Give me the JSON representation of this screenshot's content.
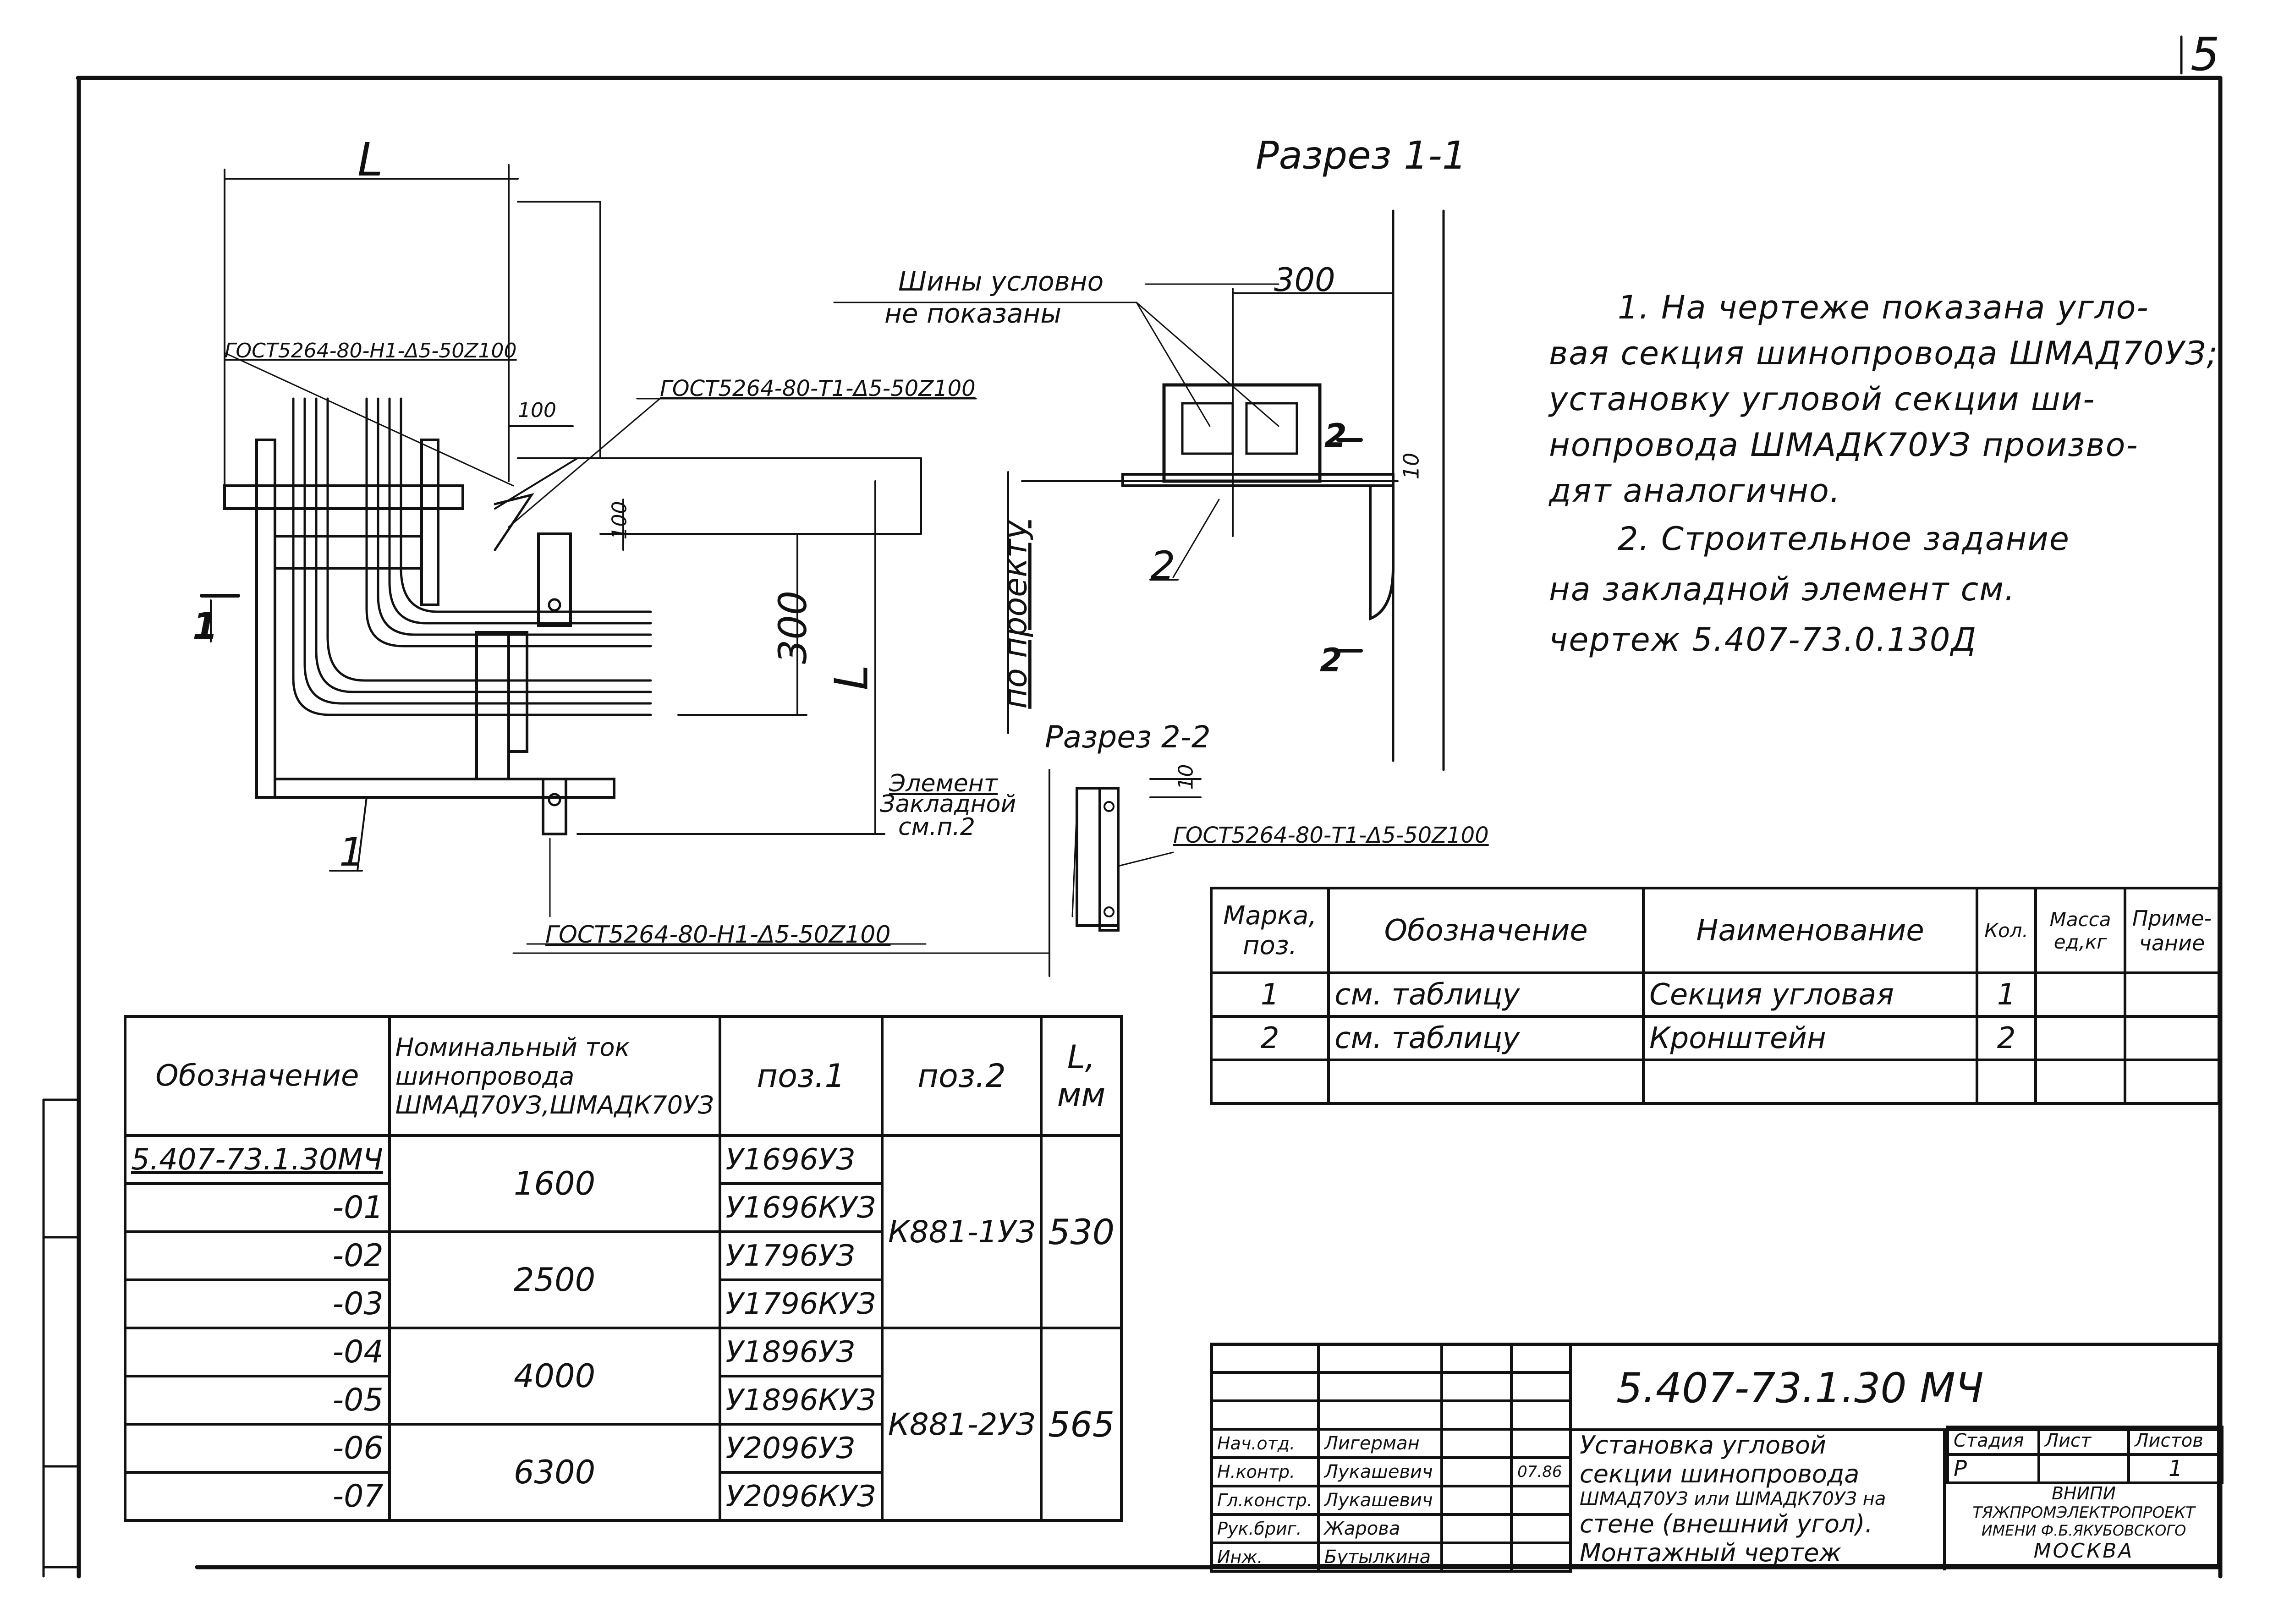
{
  "sheet": {
    "number": "5"
  },
  "section_1": {
    "title": "Разрез 1-1",
    "dim": "300",
    "dim_vert": "10",
    "callout_a": "Шины условно",
    "callout_b": "не показаны",
    "marker_1": "2",
    "marker_2": "2",
    "pos_label": "2"
  },
  "section_2": {
    "title": "Разрез 2-2",
    "dim": "10"
  },
  "plan": {
    "dim_L_top": "L",
    "dim_L_side": "L",
    "dim_100_h": "100",
    "dim_100_v": "100",
    "dim_300": "300",
    "weld_1": "ГОСТ5264-80-Н1-Δ5-50Z100",
    "weld_2": "ГОСТ5264-80-Т1-Δ5-50Z100",
    "weld_3": "ГОСТ5264-80-Т1-Δ5-50Z100",
    "weld_4": "ГОСТ5264-80-Н1-Δ5-50Z100",
    "embedded_a": "Элемент",
    "embedded_b": "Закладной",
    "embedded_c": "см.п.2",
    "by_project": "по проекту",
    "section_marker": "1",
    "pos_label": "1"
  },
  "notes": [
    "1. На чертеже показана угло-",
    "вая секция шинопровода ШМАД70УЗ;",
    "установку угловой секции ши-",
    "нопровода ШМАДК70УЗ произво-",
    "дят аналогично.",
    "2. Строительное задание",
    "на закладной элемент см.",
    "чертеж 5.407-73.0.130Д"
  ],
  "spec_table": {
    "headers": [
      "Марка, поз.",
      "Обозначение",
      "Наименование",
      "Кол.",
      "Масса ед,кг",
      "Приме- чание"
    ],
    "rows": [
      [
        "1",
        "см. таблицу",
        "Секция угловая",
        "1",
        "",
        ""
      ],
      [
        "2",
        "см. таблицу",
        "Кронштейн",
        "2",
        "",
        ""
      ],
      [
        "",
        "",
        "",
        "",
        "",
        ""
      ]
    ]
  },
  "variants_table": {
    "headers": [
      "Обозначение",
      "Номинальный ток шинопровода ШМАД70УЗ,ШМАДК70УЗ",
      "поз.1",
      "поз.2",
      "L, мм"
    ],
    "designations": [
      "5.407-73.1.30МЧ",
      "-01",
      "-02",
      "-03",
      "-04",
      "-05",
      "-06",
      "-07"
    ],
    "currents": [
      "1600",
      "2500",
      "4000",
      "6300"
    ],
    "pos1": [
      "У1696УЗ",
      "У1696КУЗ",
      "У1796УЗ",
      "У1796КУЗ",
      "У1896УЗ",
      "У1896КУЗ",
      "У2096УЗ",
      "У2096КУЗ"
    ],
    "pos2": [
      "К881-1УЗ",
      "К881-2УЗ"
    ],
    "lengths": [
      "530",
      "565"
    ]
  },
  "title_block": {
    "code": "5.407-73.1.30 МЧ",
    "title_lines": [
      "Установка угловой",
      "секции шинопровода",
      "ШМАД70УЗ или ШМАДК70УЗ на",
      "стене (внешний угол).",
      "Монтажный чертеж"
    ],
    "roles": [
      "Нач.отд.",
      "Н.контр.",
      "Гл.констр.",
      "Рук.бриг.",
      "Инж."
    ],
    "names": [
      "Лигерман",
      "Лукашевич",
      "Лукашевич",
      "Жарова",
      "Бутылкина"
    ],
    "date": "07.86",
    "stage_label": "Стадия",
    "sheet_label": "Лист",
    "sheets_label": "Листов",
    "stage": "Р",
    "sheet": "",
    "sheets": "1",
    "org_lines": [
      "ВНИПИ",
      "ТЯЖПРОМЭЛЕКТРОПРОЕКТ",
      "ИМЕНИ Ф.Б.ЯКУБОВСКОГО",
      "МОСКВА"
    ]
  }
}
